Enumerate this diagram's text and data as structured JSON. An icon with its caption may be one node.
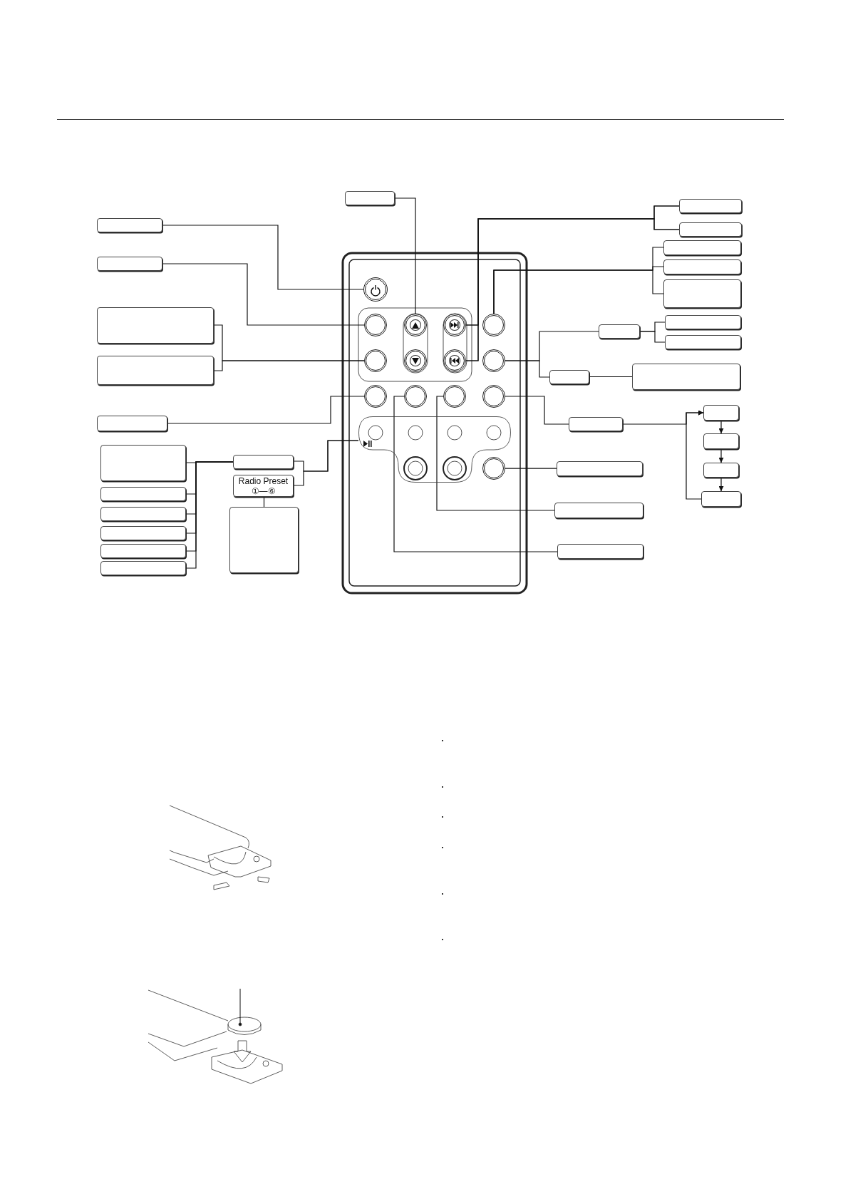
{
  "diagram": {
    "nodes": [
      {
        "text": [],
        "shape": "box"
      },
      {
        "text": [],
        "shape": "box"
      },
      {
        "text": [],
        "shape": "box"
      },
      {
        "text": [],
        "shape": "box"
      },
      {
        "text": [],
        "shape": "box"
      },
      {
        "text": [],
        "shape": "box"
      },
      {
        "text": [],
        "shape": "box"
      },
      {
        "text": [],
        "shape": "box"
      },
      {
        "text": [],
        "shape": "circle"
      },
      {
        "text": [],
        "shape": "box"
      },
      {
        "text": [],
        "shape": "box"
      },
      {
        "text": [],
        "shape": "box"
      },
      {
        "text": [],
        "shape": "circle"
      },
      {
        "text": [],
        "shape": "circle"
      },
      {
        "text": [],
        "shape": "circle"
      },
      {
        "text": [],
        "shape": "circle"
      },
      {
        "text": [],
        "shape": "box"
      },
      {
        "text": [],
        "shape": "box"
      },
      {
        "text": [],
        "shape": "circle"
      },
      {
        "text": [],
        "shape": "circle"
      },
      {
        "text": [],
        "shape": "circle"
      },
      {
        "text": [],
        "shape": "circle"
      },
      {
        "text": [],
        "shape": "box"
      },
      {
        "text": [],
        "shape": "box"
      },
      {
        "text": [],
        "shape": "circle"
      },
      {
        "text": [],
        "shape": "circle"
      },
      {
        "text": [],
        "shape": "circle"
      },
      {
        "text": [],
        "shape": "circle"
      },
      {
        "text": [],
        "shape": "box"
      },
      {
        "text": [],
        "shape": "box"
      },
      {
        "text": [],
        "shape": "box"
      },
      {
        "text": [],
        "shape": "box"
      },
      {
        "text": [],
        "shape": "box"
      },
      {
        "text": [],
        "shape": "box"
      },
      {
        "text": [],
        "shape": "box"
      },
      {
        "text": [],
        "shape": "box"
      },
      {
        "text": [],
        "shape": "box"
      },
      {
        "text": [],
        "shape": "circle"
      },
      {
        "text": [
          "Radio Preset ①—⑥"
        ]
      },
      {
        "text": [],
        "shape": "box"
      },
      {
        "text": [],
        "shape": "box"
      },
      {
        "text": [],
        "shape": "box"
      },
      {
        "text": [],
        "shape": "box"
      },
      {
        "text": [],
        "shape": "box"
      },
      {
        "text": [],
        "shape": "box"
      },
      {
        "text": [],
        "shape": "box"
      },
      {
        "text": [],
        "shape": "box"
      },
      {
        "text": [],
        "shape": "box"
      }
    ],
    "edges": [
      {
        "from": 0,
        "to": 13,
        "arrow": "none"
      },
      {
        "from": 1,
        "to": 14,
        "arrow": "none"
      },
      {
        "from": 1,
        "to": 20,
        "arrow": "none"
      },
      {
        "from": 3,
        "to": 14,
        "arrow": "none"
      },
      {
        "from": 3,
        "to": 20,
        "arrow": "none"
      },
      {
        "from": 2,
        "to": 8,
        "arrow": "none"
      },
      {
        "from": 4,
        "to": 15,
        "arrow": "none"
      },
      {
        "from": 6,
        "to": 15,
        "arrow": "none"
      },
      {
        "from": 7,
        "to": 15,
        "arrow": "none"
      },
      {
        "from": 5,
        "to": 12,
        "arrow": "none"
      },
      {
        "from": 9,
        "to": 18,
        "arrow": "none"
      },
      {
        "from": 17,
        "to": 18,
        "arrow": "none"
      },
      {
        "from": 21,
        "to": 11,
        "arrow": "none"
      },
      {
        "from": 21,
        "to": 23,
        "arrow": "none"
      },
      {
        "from": 11,
        "to": 10,
        "arrow": "none"
      },
      {
        "from": 11,
        "to": 16,
        "arrow": "none"
      },
      {
        "from": 23,
        "to": 22,
        "arrow": "none"
      },
      {
        "from": 29,
        "to": 24,
        "arrow": "none"
      },
      {
        "from": 27,
        "to": 30,
        "arrow": "none"
      },
      {
        "from": 30,
        "to": 28,
        "arrow": "to"
      },
      {
        "from": 28,
        "to": 32,
        "arrow": "to"
      },
      {
        "from": 32,
        "to": 35,
        "arrow": "to"
      },
      {
        "from": 35,
        "to": 40,
        "arrow": "to"
      },
      {
        "from": 40,
        "to": 28,
        "arrow": "to"
      },
      {
        "from": 37,
        "to": 36,
        "arrow": "none"
      },
      {
        "from": 26,
        "to": 41,
        "arrow": "none"
      },
      {
        "from": 25,
        "to": 45,
        "arrow": "none"
      },
      {
        "from": 34,
        "to": 31,
        "arrow": "none"
      },
      {
        "from": 38,
        "to": 31,
        "arrow": "none"
      },
      {
        "from": 33,
        "to": 34,
        "arrow": "none"
      },
      {
        "from": 39,
        "to": 34,
        "arrow": "none"
      },
      {
        "from": 42,
        "to": 34,
        "arrow": "none"
      },
      {
        "from": 44,
        "to": 34,
        "arrow": "none"
      },
      {
        "from": 46,
        "to": 34,
        "arrow": "none"
      },
      {
        "from": 47,
        "to": 34,
        "arrow": "none"
      },
      {
        "from": 38,
        "to": 43,
        "arrow": "none"
      }
    ]
  }
}
